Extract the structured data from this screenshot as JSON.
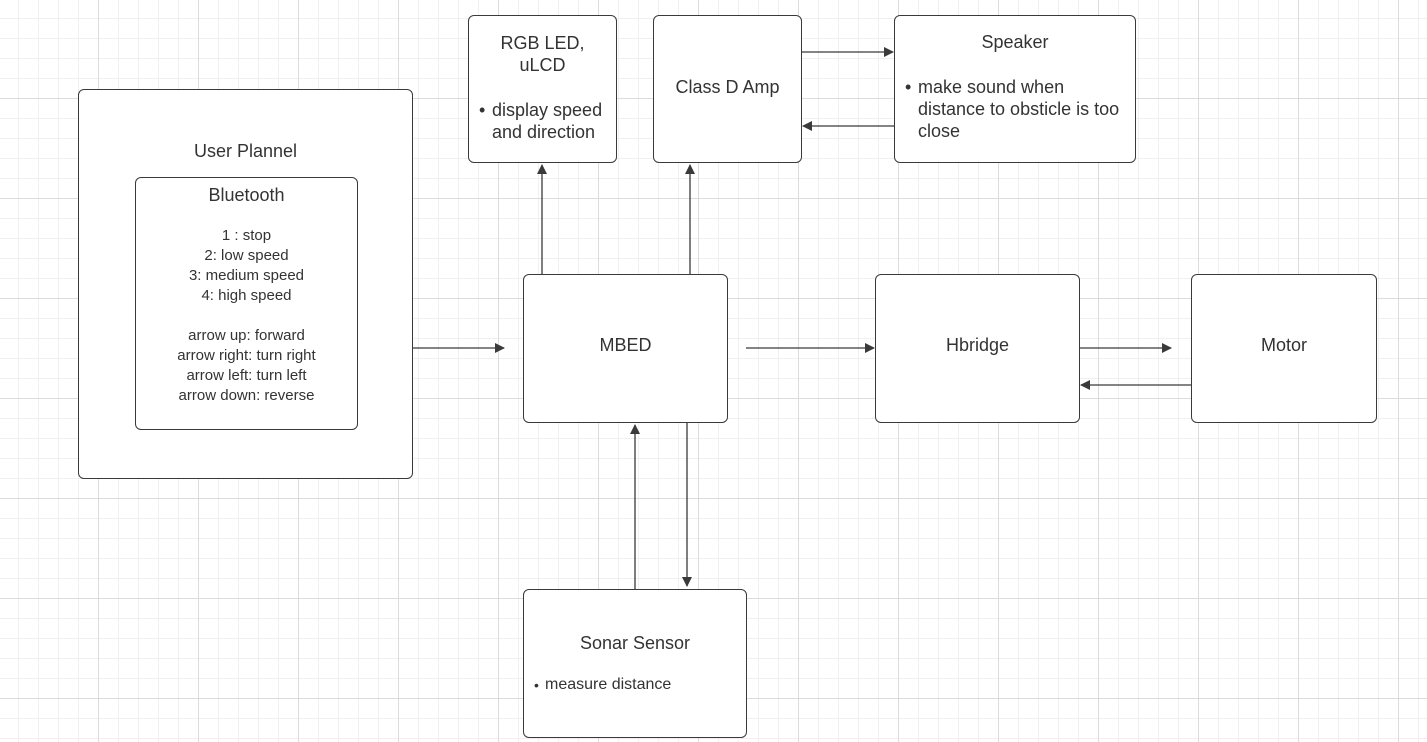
{
  "user_panel": {
    "title": "User Plannel",
    "bluetooth": {
      "title": "Bluetooth",
      "speed_lines": [
        "1 : stop",
        "2: low speed",
        "3: medium speed",
        "4: high speed"
      ],
      "direction_lines": [
        "arrow up: forward",
        "arrow right: turn right",
        "arrow left: turn left",
        "arrow down: reverse"
      ]
    }
  },
  "rgb_led": {
    "title": "RGB LED, uLCD",
    "bullet": "display speed and direction"
  },
  "class_d_amp": {
    "title": "Class D Amp"
  },
  "speaker": {
    "title": "Speaker",
    "bullet": "make sound when distance to obsticle is too close"
  },
  "mbed": {
    "title": "MBED"
  },
  "hbridge": {
    "title": "Hbridge"
  },
  "motor": {
    "title": "Motor"
  },
  "sonar": {
    "title": "Sonar Sensor",
    "bullet": "measure distance"
  }
}
